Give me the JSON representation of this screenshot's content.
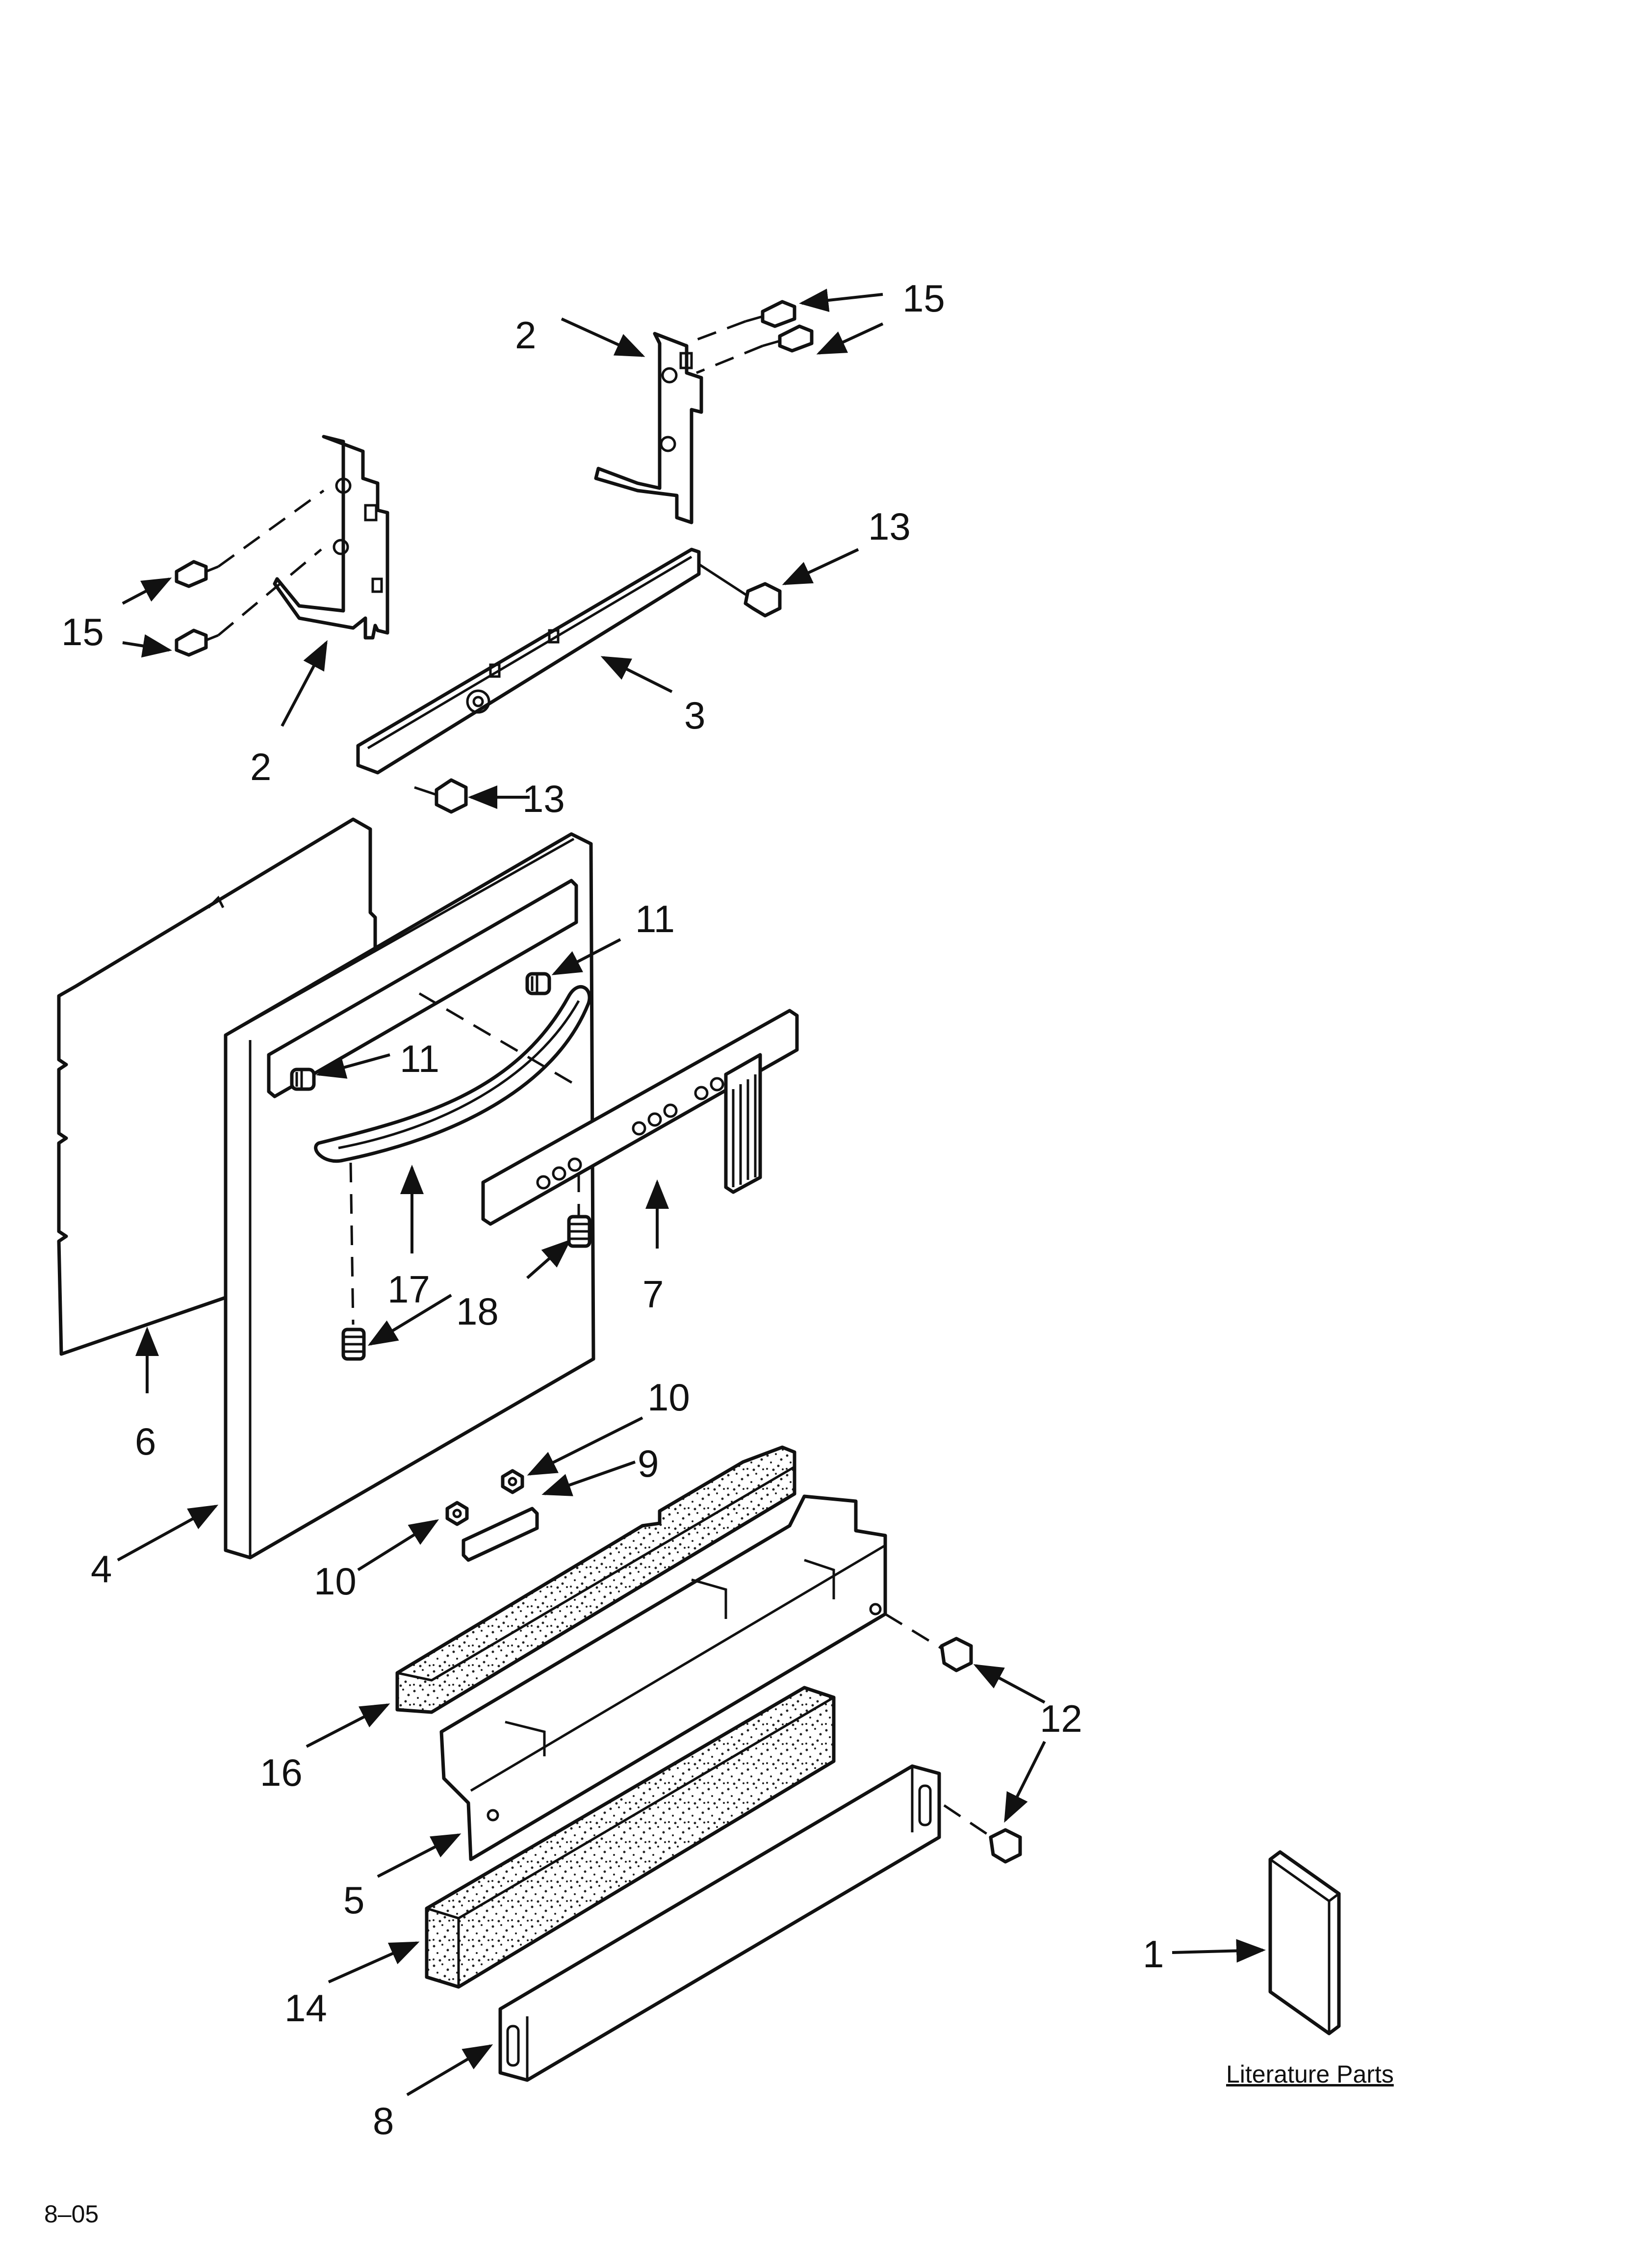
{
  "callouts": {
    "c15_top": "15",
    "c2_top": "2",
    "c13_right": "13",
    "c15_left": "15",
    "c2_left": "2",
    "c3": "3",
    "c13_bottom": "13",
    "c11_top": "11",
    "c11_left": "11",
    "c17": "17",
    "c18": "18",
    "c7": "7",
    "c6": "6",
    "c10_top": "10",
    "c9": "9",
    "c10_left": "10",
    "c4": "4",
    "c12": "12",
    "c16": "16",
    "c5": "5",
    "c14": "14",
    "c8": "8",
    "c1": "1"
  },
  "literature_label": "Literature Parts",
  "revision_code": "8–05"
}
